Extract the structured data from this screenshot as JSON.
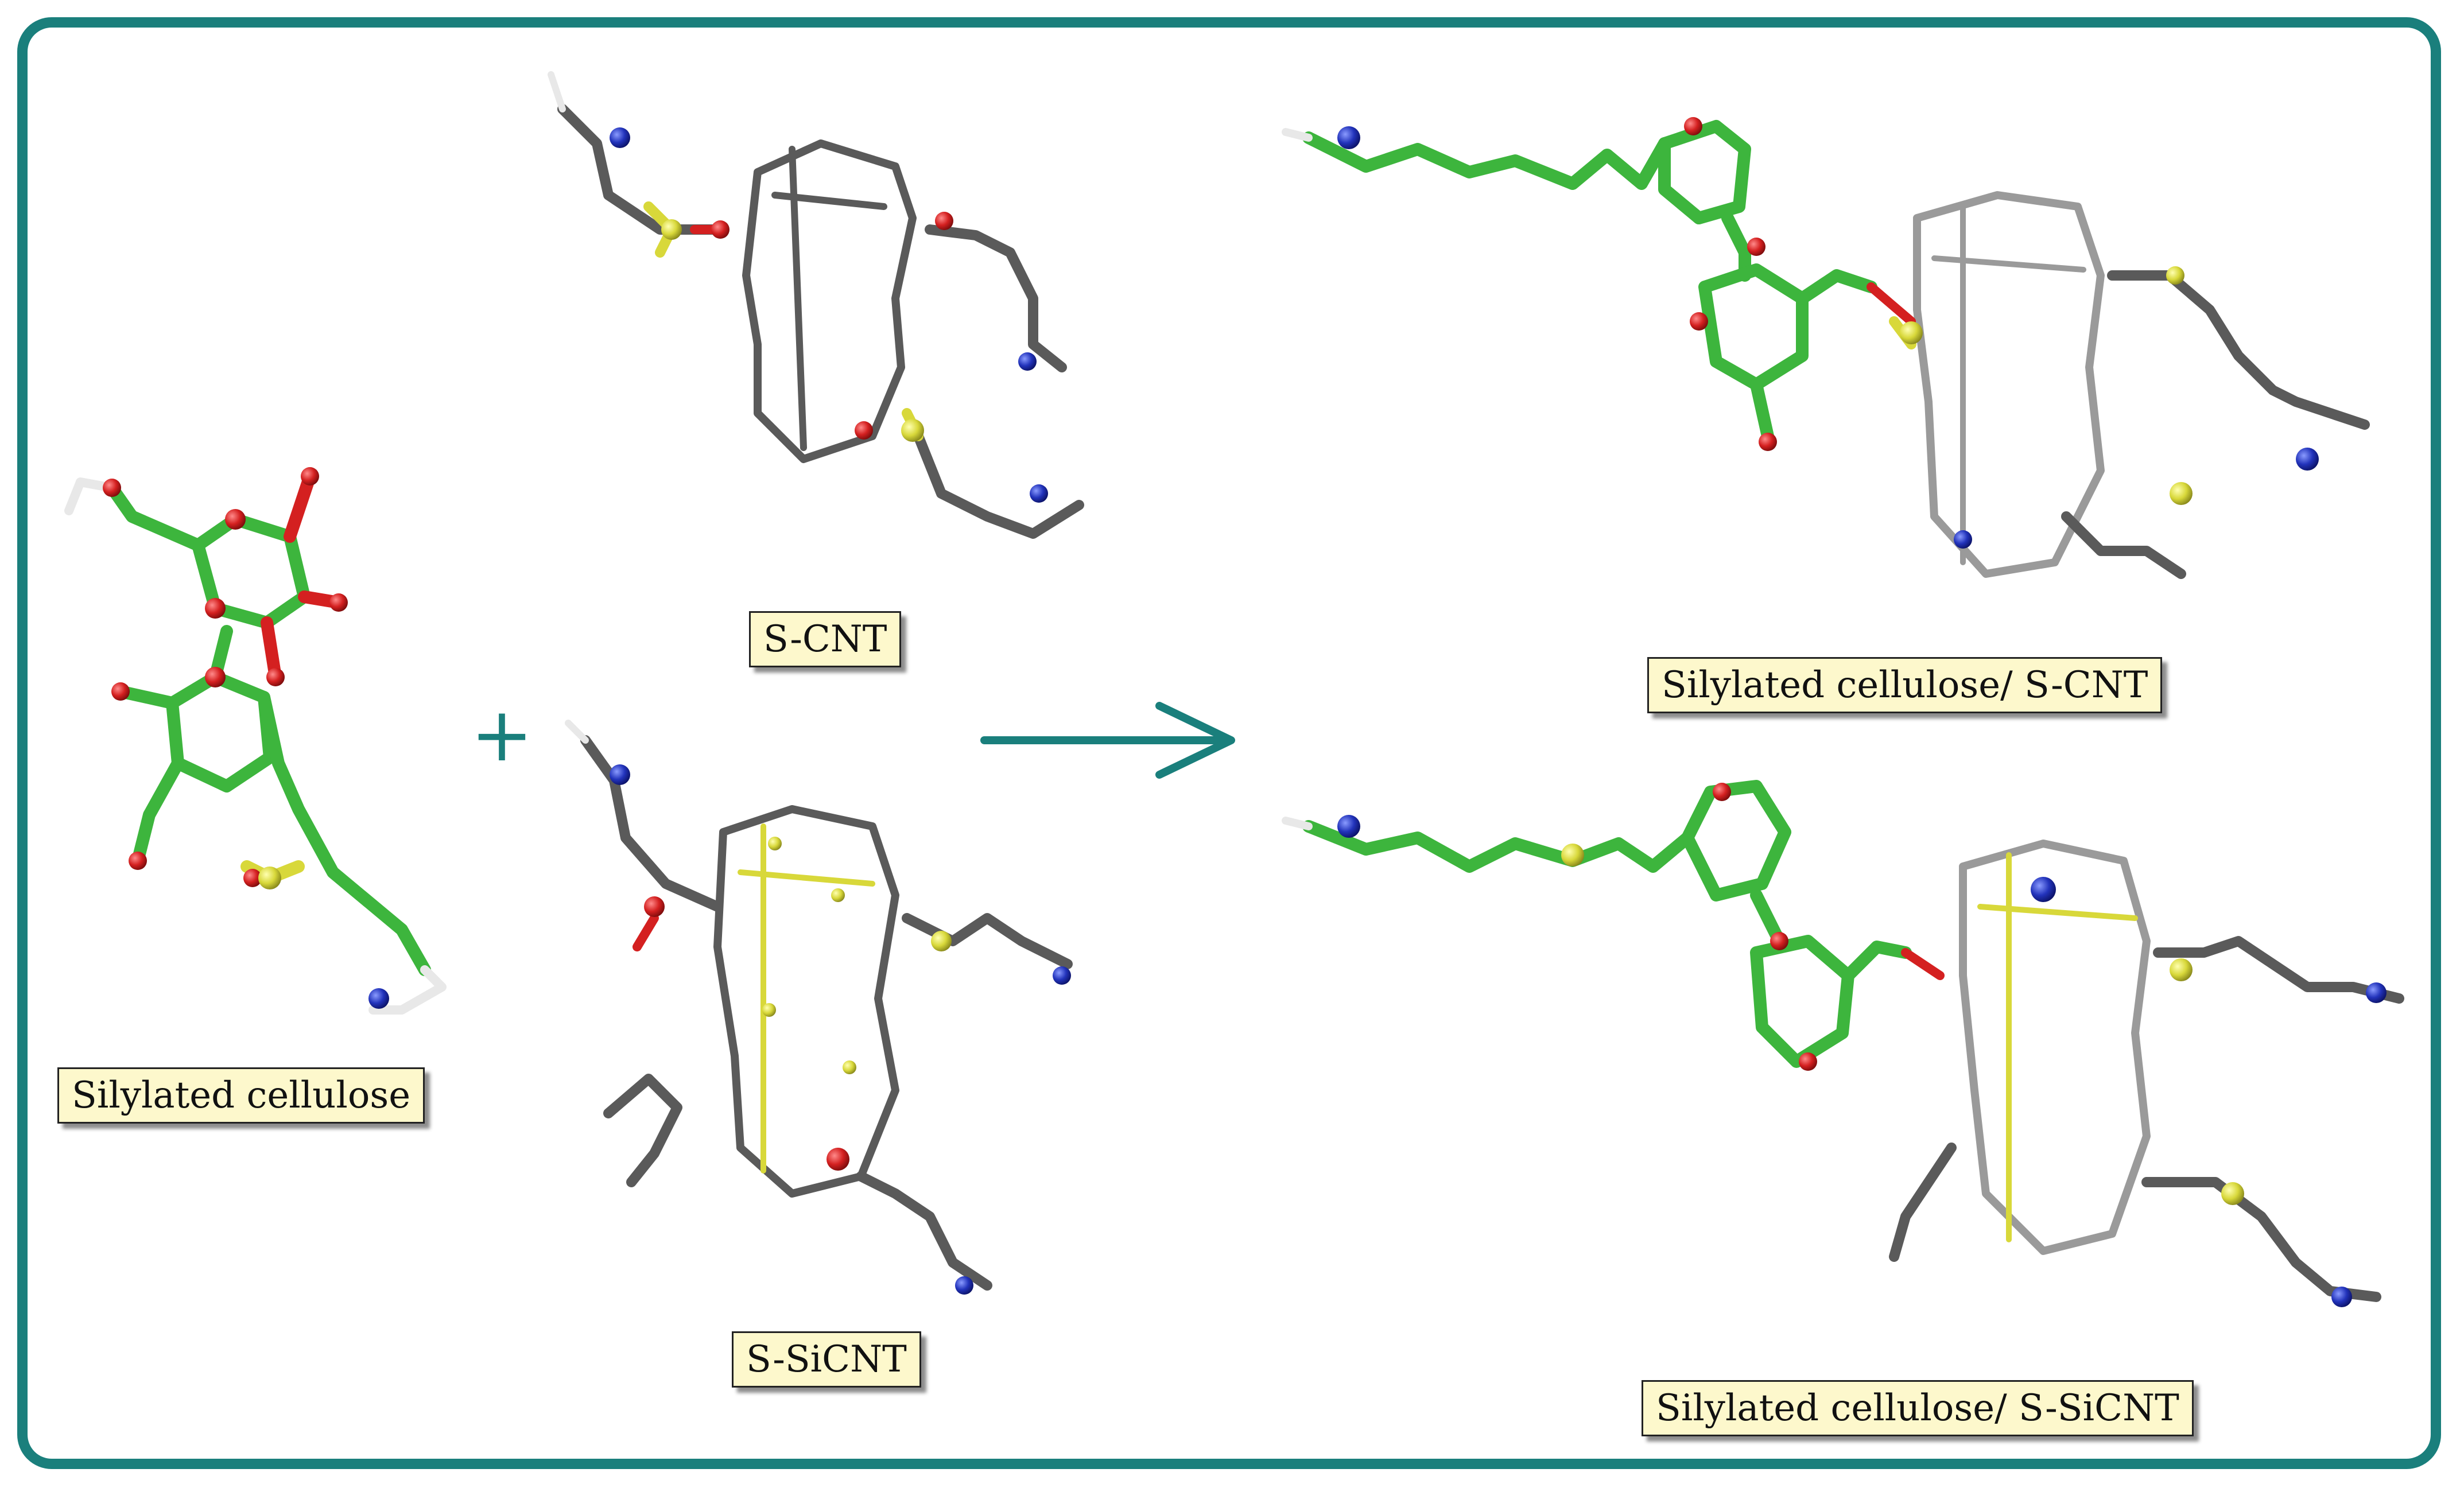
{
  "labels": {
    "silylated_cellulose": "Silylated cellulose",
    "s_cnt": "S-CNT",
    "s_sicnt": "S-SiCNT",
    "cellulose_scnt": "Silylated cellulose/ S-CNT",
    "cellulose_ssicnt": "Silylated cellulose/ S-SiCNT"
  },
  "operator": "+",
  "colors": {
    "frame": "#1a7f7c",
    "arrow": "#1a7f7c",
    "label_bg": "#fdf8cc",
    "atom_carbon_cellulose": "#3db53d",
    "atom_carbon": "#5a5a5a",
    "atom_oxygen": "#d42020",
    "atom_nitrogen": "#2233bb",
    "atom_sulfur": "#d8d83a",
    "atom_hydrogen": "#e8e8e8"
  },
  "icons": {
    "reaction_arrow": "arrow-right-icon"
  }
}
